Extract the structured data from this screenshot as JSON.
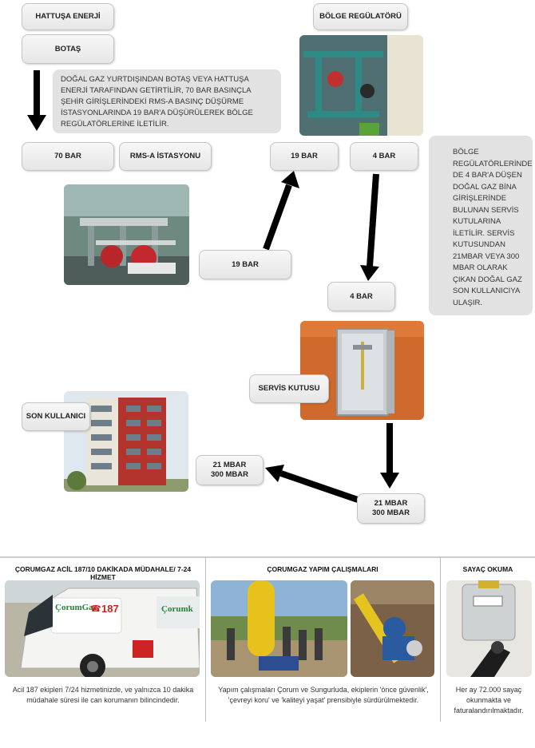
{
  "diagram": {
    "nodes": {
      "hattusa": "HATTUŞA ENERJİ",
      "botas": "BOTAŞ",
      "bar70": "70  BAR",
      "rmsa": "RMS-A İSTASYONU",
      "bolge": "BÖLGE REGÜLATÖRÜ",
      "bar19_top": "19 BAR",
      "bar4_top": "4 BAR",
      "bar19_mid": "19 BAR",
      "bar4_mid": "4 BAR",
      "servis": "SERVİS KUTUSU",
      "son": "SON KULLANICI",
      "mbar_left_1": "21 MBAR",
      "mbar_left_2": "300 MBAR",
      "mbar_right_1": "21 MBAR",
      "mbar_right_2": "300 MBAR"
    },
    "notes": {
      "intro": "DOĞAL GAZ YURTDIŞINDAN BOTAŞ VEYA HATTUŞA ENERJİ TARAFINDAN GETİRTİLİR, 70 BAR BASINÇLA ŞEHİR GİRİŞLERİNDEKİ RMS-A BASINÇ DÜŞÜRME İSTASYONLARINDA 19 BAR'A DÜŞÜRÜLEREK BÖLGE REGÜLATÖRLERİNE İLETİLİR.",
      "right": "BÖLGE REGÜLATÖRLERİNDE DE 4 BAR'A DÜŞEN DOĞAL GAZ BİNA GİRİŞLERİNDE BULUNAN SERVİS KUTULARINA İLETİLİR. SERVİS KUTUSUNDAN 21MBAR VEYA 300 MBAR OLARAK ÇIKAN DOĞAL GAZ SON KULLANICIYA ULAŞIR."
    }
  },
  "panels": [
    {
      "title": "ÇORUMGAZ ACİL 187/10 DAKİKADA MÜDAHALE/ 7-24 HİZMET",
      "caption": "Acil 187 ekipleri  7/24 hizmetinizde,  ve yalnızca 10 dakika müdahale süresi ile can korumanın bilincindedir.",
      "van_brand": "ÇorumGaz",
      "van_phone": "187",
      "van_side": "Çorumk"
    },
    {
      "title": "ÇORUMGAZ YAPIM ÇALIŞMALARI",
      "caption": "Yapım çalışmaları Çorum ve Sungurluda, ekiplerin 'önce güvenlik', 'çevreyi koru' ve 'kaliteyi yaşat' prensibiyle sürdürülmektedir."
    },
    {
      "title": "SAYAÇ OKUMA",
      "caption": "Her ay 72.000 sayaç okunmakta ve faturalandırılmaktadır."
    }
  ],
  "colors": {
    "pill_border": "#c4c4c4",
    "note_bg": "#e2e2e2",
    "arrow": "#000000",
    "van_red": "#cc2222",
    "brand_green": "#1a8a3a"
  }
}
